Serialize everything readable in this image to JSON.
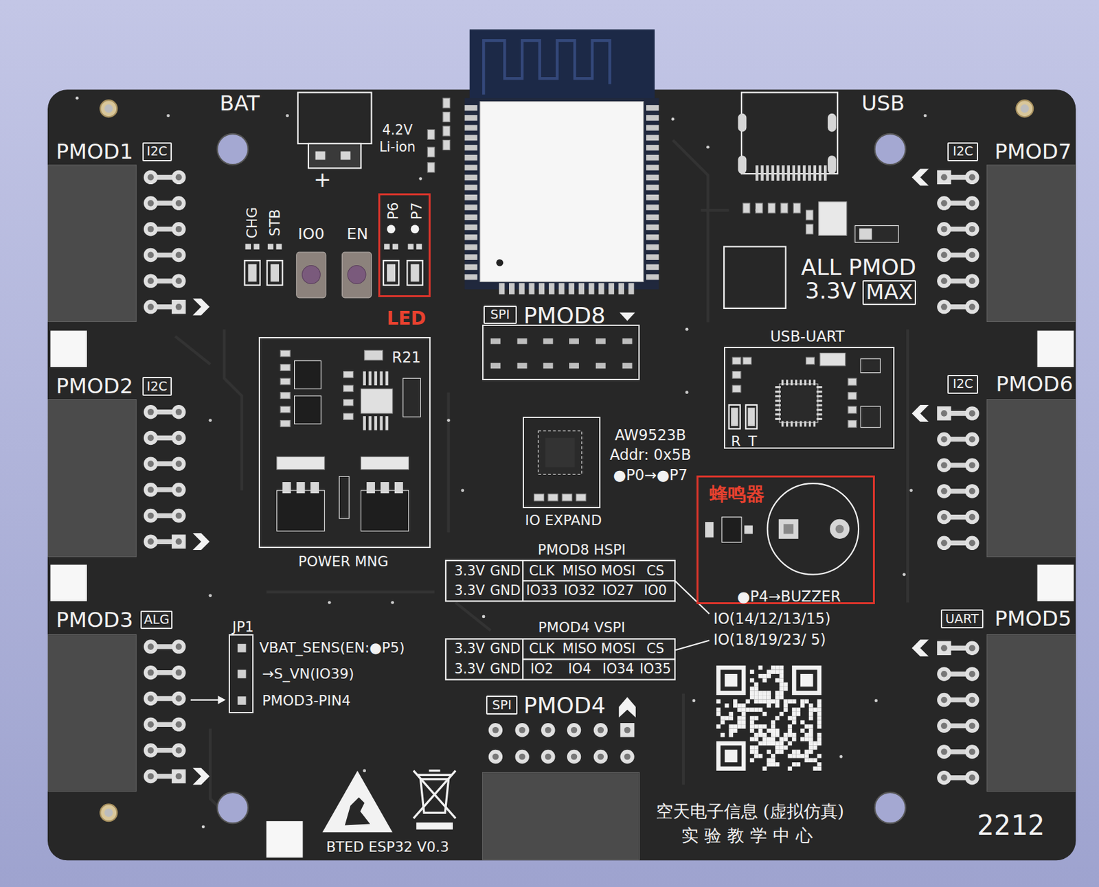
{
  "diagram": {
    "nodes": [
      {
        "text": [
          "PMOD1"
        ]
      },
      {
        "text": [
          "I2C"
        ]
      },
      {
        "text": [
          "P6",
          "P7",
          "LED"
        ]
      },
      {
        "text": [
          "PMOD7"
        ]
      },
      {
        "text": [
          "I2C"
        ]
      },
      {
        "text": [
          "PMOD8"
        ]
      },
      {
        "text": [
          "SPI"
        ]
      },
      {
        "text": [
          "MAX"
        ]
      },
      {
        "text": [
          "R21",
          "POWER MNG"
        ]
      },
      {
        "text": [
          "USB-UART",
          "R",
          "T"
        ]
      },
      {
        "text": [
          "PMOD2"
        ]
      },
      {
        "text": [
          "I2C"
        ]
      },
      {
        "text": [
          "PMOD6"
        ]
      },
      {
        "text": [
          "I2C"
        ]
      },
      {
        "text": [
          "IO EXPAND"
        ]
      },
      {
        "text": [
          "蜂鸣器",
          "●P4→BUZZER"
        ]
      },
      {
        "text": [
          "PMOD3"
        ]
      },
      {
        "text": [
          "ALG"
        ]
      },
      {
        "text": [
          "PMOD5"
        ]
      },
      {
        "text": [
          "UART"
        ]
      },
      {
        "text": [
          "JP1"
        ]
      },
      {
        "text": [
          "PMOD4"
        ]
      },
      {
        "text": [
          "SPI"
        ]
      }
    ],
    "labels": [
      "BAT",
      "4.2V Li-ion",
      "+",
      "USB",
      "CHG",
      "STB",
      "IO0",
      "EN",
      "ALL PMOD",
      "3.3V",
      "AW9523B",
      "Addr: 0x5B",
      "●P0→●P7",
      "PMOD8 HSPI",
      "3.3V",
      "GND",
      "CLK",
      "MISO",
      "MOSI",
      "CS",
      "3.3V",
      "GND",
      "IO33",
      "IO32",
      "IO27",
      "IO0",
      "IO(14/12/13/15)",
      "PMOD4 VSPI",
      "3.3V",
      "GND",
      "CLK",
      "MISO",
      "MOSI",
      "CS",
      "3.3V",
      "GND",
      "IO2",
      "IO4",
      "IO34",
      "IO35",
      "IO(18/19/23/ 5)",
      "VBAT_SENS(EN:●P5)",
      "→S_VN(IO39)",
      "PMOD3-PIN4",
      "BTED ESP32 V0.3",
      "空天电子信息 (虚拟仿真)",
      "实验教学中心",
      "2212"
    ]
  }
}
